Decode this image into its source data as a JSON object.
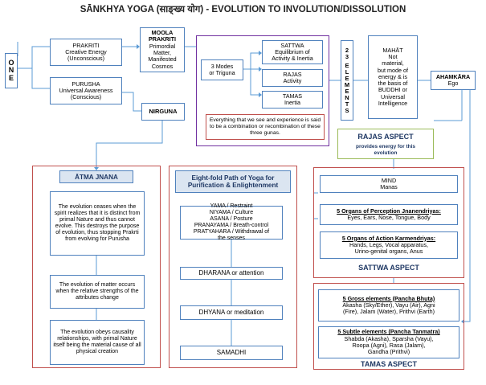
{
  "title": "SĀNKHYA YOGA (साङ्ख्य योग) - EVOLUTION TO INVOLUTION/DISSOLUTION",
  "one": [
    "O",
    "N",
    "E"
  ],
  "prakriti": {
    "name": "PRAKRITI",
    "l1": "Creative Energy",
    "l2": "(Unconscious)"
  },
  "purusha": {
    "name": "PURUSHA",
    "l1": "Universal Awareness",
    "l2": "(Conscious)"
  },
  "moola": {
    "name": "MOOLA PRAKRITI",
    "l1": "Primordial",
    "l2": "Matter,",
    "l3": "Manifested",
    "l4": "Cosmos"
  },
  "nirguna": "NIRGUNA",
  "triguna": {
    "l1": "3 Modes",
    "l2": "or Triguna"
  },
  "sattwa": {
    "name": "SATTWA",
    "l1": "Equilibrium of",
    "l2": "Activity & Inertia"
  },
  "rajas": {
    "name": "RAJAS",
    "l1": "Activity"
  },
  "tamas": {
    "name": "TAMAS",
    "l1": "Inertia"
  },
  "everything": "Everything that we see and experience is said to be a combination or recombination of these three gunas.",
  "elements": [
    "2",
    "3",
    "",
    "E",
    "L",
    "E",
    "M",
    "E",
    "N",
    "T",
    "S"
  ],
  "mahat": {
    "l1": "MAHĀT",
    "l2": "Not",
    "l3": "material,",
    "l4": "but mode of",
    "l5": "energy & is",
    "l6": "the basis of",
    "l7": "BUDDHI or",
    "l8": "Universal",
    "l9": "Intelligence"
  },
  "ahamkara": {
    "l1": "AHAMKĀRA",
    "l2": "Ego"
  },
  "rajas_aspect": {
    "title": "RAJAS ASPECT",
    "l1": "provides energy for this",
    "l2": "evolution"
  },
  "atma": {
    "header": "ĀTMA JNANA",
    "b1": "The evolution ceases when the spirit realizes that it is distinct from primal Nature and thus cannot evolve. This destroys the purpose of evolution, thus stopping Prakrti from evolving for Purusha",
    "b2": "The evolution of matter occurs when the relative strengths of the attributes change",
    "b3": "The evolution obeys causality relationships, with primal Nature itself being the material cause of all physical creation"
  },
  "eightfold": {
    "header": "Eight-fold Path of Yoga for Purification & Enlightenment",
    "l1": "YAMA / Restraint",
    "l2": "NIYAMA / Culture",
    "l3": "ASANA  / Posture",
    "l4": "PRANAYAMA / Breath-control",
    "l5": "PRATYAHARA / Withdrawal of",
    "l6": "the senses",
    "dharana": "DHARANA or attention",
    "dhyana": "DHYANA or meditation",
    "samadhi": "SAMADHI"
  },
  "mind": {
    "l1": "MIND",
    "l2": "Manas"
  },
  "perception": {
    "h": "5 Organs of Perception Jnanendriyas:",
    "l1": "Eyes, Ears, Nose, Tongue, Body"
  },
  "action": {
    "h": "5 Organs of Action Karmendriyas:",
    "l1": "Hands, Legs, Vocal apparatus,",
    "l2": "Urino-genital organs, Anus"
  },
  "sattwa_aspect": "SATTWA ASPECT",
  "gross": {
    "h": "5 Gross elements (Pancha Bhuta)",
    "l1": "Akasha (Sky/Ether), Vayu (Air), Agni",
    "l2": "(Fire), Jalam (Water), Prithvi (Earth)"
  },
  "subtle": {
    "h": "5 Subtle elements (Pancha Tanmatra)",
    "l1": "Shabda (Akasha), Sparsha (Vayu),",
    "l2": "Roopa (Agni), Rasa (Jalam),",
    "l3": "Gandha (Prithvi)"
  },
  "tamas_aspect": "TAMAS ASPECT",
  "colors": {
    "box_border": "#4f81bd",
    "frame_red": "#c0504d",
    "frame_purple": "#7030a0",
    "frame_green": "#9bbb59",
    "header_fill": "#dbe5f1"
  }
}
